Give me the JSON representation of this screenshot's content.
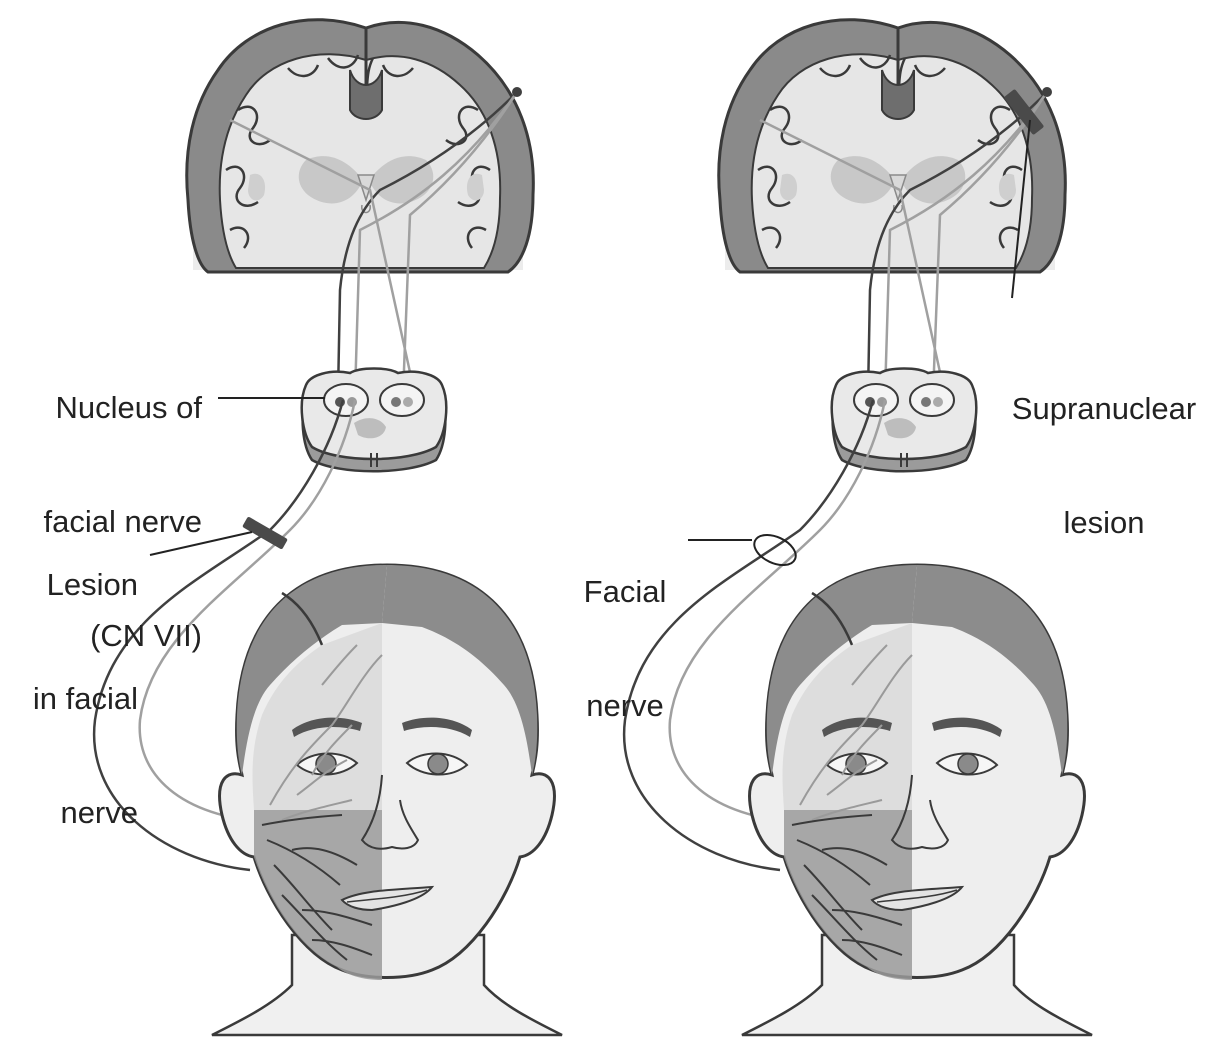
{
  "labels": {
    "nucleus": [
      "Nucleus of",
      "facial nerve",
      "(CN VII)"
    ],
    "lesion_facial_nerve": [
      "Lesion",
      "in facial",
      "nerve"
    ],
    "facial_nerve": [
      "Facial",
      "nerve"
    ],
    "supranuclear_lesion": [
      "Supranuclear",
      "lesion"
    ]
  },
  "colors": {
    "outline": "#3a3a3a",
    "dark_fill": "#7d7d7d",
    "mid_fill": "#a9a9a9",
    "light_fill": "#d4d4d4",
    "pale_fill": "#e8e8e8",
    "nerve_light": "#a0a0a0",
    "nerve_dark": "#404040"
  },
  "icons": [
    "brain-coronal-section",
    "brainstem-section",
    "face",
    "lesion-marker",
    "nerve-ring"
  ]
}
